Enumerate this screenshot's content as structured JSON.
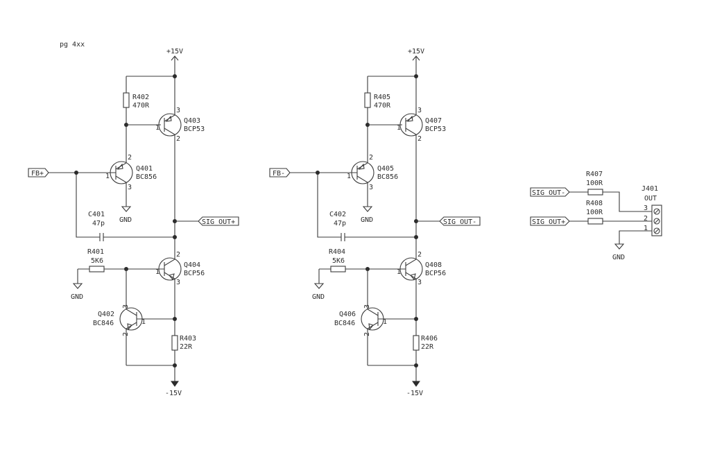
{
  "page_note": "pg 4xx",
  "stages": [
    {
      "rail_top": "+15V",
      "rail_bottom": "-15V",
      "input_label": "FB+",
      "output_label": "SIG_OUT+",
      "gnd_labels": [
        "GND",
        "GND"
      ],
      "r_top": {
        "ref": "R402",
        "value": "470R"
      },
      "q_top": {
        "ref": "Q403",
        "value": "BCP53",
        "pins": [
          "1",
          "2",
          "3"
        ]
      },
      "q_pre": {
        "ref": "Q401",
        "value": "BC856",
        "pins": [
          "1",
          "2",
          "3"
        ]
      },
      "cap": {
        "ref": "C401",
        "value": "47p"
      },
      "r_in": {
        "ref": "R401",
        "value": "5K6"
      },
      "q_bot": {
        "ref": "Q404",
        "value": "BCP56",
        "pins": [
          "1",
          "2",
          "3"
        ]
      },
      "q_lim": {
        "ref": "Q402",
        "value": "BC846",
        "pins": [
          "1",
          "2",
          "3"
        ]
      },
      "r_bot": {
        "ref": "R403",
        "value": "22R"
      }
    },
    {
      "rail_top": "+15V",
      "rail_bottom": "-15V",
      "input_label": "FB-",
      "output_label": "SIG_OUT-",
      "gnd_labels": [
        "GND",
        "GND"
      ],
      "r_top": {
        "ref": "R405",
        "value": "470R"
      },
      "q_top": {
        "ref": "Q407",
        "value": "BCP53",
        "pins": [
          "1",
          "2",
          "3"
        ]
      },
      "q_pre": {
        "ref": "Q405",
        "value": "BC856",
        "pins": [
          "1",
          "2",
          "3"
        ]
      },
      "cap": {
        "ref": "C402",
        "value": "47p"
      },
      "r_in": {
        "ref": "R404",
        "value": "5K6"
      },
      "q_bot": {
        "ref": "Q408",
        "value": "BCP56",
        "pins": [
          "1",
          "2",
          "3"
        ]
      },
      "q_lim": {
        "ref": "Q406",
        "value": "BC846",
        "pins": [
          "1",
          "2",
          "3"
        ]
      },
      "r_bot": {
        "ref": "R406",
        "value": "22R"
      }
    }
  ],
  "connector": {
    "ref": "J401",
    "value": "OUT",
    "pins": [
      "3",
      "2",
      "1"
    ],
    "gnd_label": "GND",
    "r_upper": {
      "ref": "R407",
      "value": "100R"
    },
    "r_lower": {
      "ref": "R408",
      "value": "100R"
    },
    "in_upper": "SIG_OUT-",
    "in_lower": "SIG_OUT+"
  }
}
